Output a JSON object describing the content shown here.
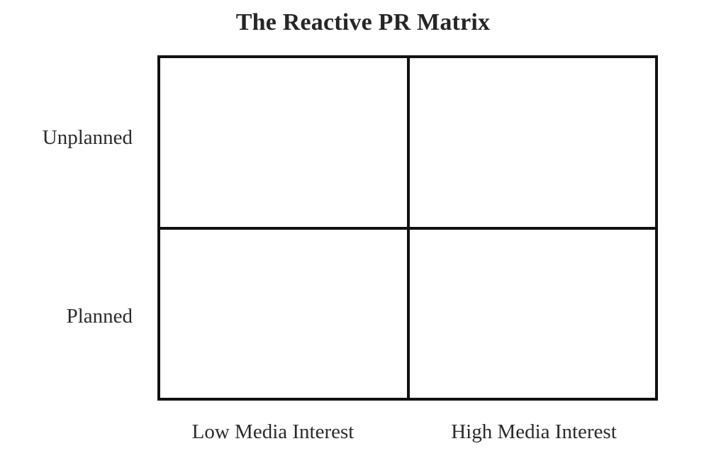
{
  "chart_data": {
    "type": "table",
    "title": "The Reactive PR Matrix",
    "subtitle": "",
    "xlabel": "",
    "ylabel": "",
    "grid": true,
    "legend": null,
    "categories": [
      "Low Media Interest",
      "High Media Interest"
    ],
    "rows": [
      "Unplanned",
      "Planned"
    ],
    "cells": [
      {
        "row": "Unplanned",
        "column": "Low Media Interest",
        "label": ""
      },
      {
        "row": "Unplanned",
        "column": "High Media Interest",
        "label": ""
      },
      {
        "row": "Planned",
        "column": "Low Media Interest",
        "label": ""
      },
      {
        "row": "Planned",
        "column": "High Media Interest",
        "label": ""
      }
    ],
    "values": [
      [
        null,
        null
      ],
      [
        null,
        null
      ]
    ],
    "annotations": []
  },
  "title": {
    "text": "The Reactive PR Matrix"
  },
  "axes": {
    "y_labels": [
      {
        "text": "Unplanned"
      },
      {
        "text": "Planned"
      }
    ],
    "x_labels": [
      {
        "text": "Low Media Interest"
      },
      {
        "text": "High Media Interest"
      }
    ]
  },
  "quadrants": [
    {
      "id": "top-left",
      "text": ""
    },
    {
      "id": "top-right",
      "text": ""
    },
    {
      "id": "bottom-left",
      "text": ""
    },
    {
      "id": "bottom-right",
      "text": ""
    }
  ],
  "colors": {
    "background": "#ffffff",
    "line": "#111111",
    "title_text": "#262626",
    "label_text": "#2b2b2b"
  }
}
